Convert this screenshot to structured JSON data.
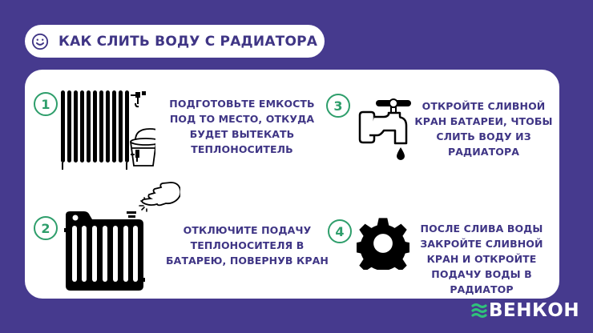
{
  "header": {
    "icon": "smile-icon",
    "title": "КАК СЛИТЬ ВОДУ С РАДИАТОРА"
  },
  "steps": [
    {
      "number": "1",
      "icon": "radiator-with-bucket-icon",
      "text": "ПОДГОТОВЬТЕ ЕМКОСТЬ ПОД ТО МЕСТО, ОТКУДА БУДЕТ ВЫТЕКАТЬ ТЕПЛОНОСИТЕЛЬ",
      "lines": [
        "ПОДГОТОВЬТЕ ЕМКОСТЬ",
        "ПОД ТО МЕСТО, ОТКУДА",
        "БУДЕТ ВЫТЕКАТЬ",
        "ТЕПЛОНОСИТЕЛЬ"
      ]
    },
    {
      "number": "2",
      "icon": "radiator-valve-hand-icon",
      "text": "ОТКЛЮЧИТЕ ПОДАЧУ ТЕПЛОНОСИТЕЛЯ В БАТАРЕЮ, ПОВЕРНУВ КРАН",
      "lines": [
        "ОТКЛЮЧИТЕ ПОДАЧУ",
        "ТЕПЛОНОСИТЕЛЯ В",
        "БАТАРЕЮ, ПОВЕРНУВ КРАН"
      ]
    },
    {
      "number": "3",
      "icon": "water-tap-icon",
      "text": "ОТКРОЙТЕ СЛИВНОЙ КРАН БАТАРЕИ, ЧТОБЫ СЛИТЬ ВОДУ ИЗ РАДИАТОРА",
      "lines": [
        "ОТКРОЙТЕ СЛИВНОЙ",
        "КРАН БАТАРЕИ, ЧТОБЫ",
        "СЛИТЬ ВОДУ ИЗ",
        "РАДИАТОРА"
      ]
    },
    {
      "number": "4",
      "icon": "gear-icon",
      "text": "ПОСЛЕ СЛИВА ВОДЫ ЗАКРОЙТЕ СЛИВНОЙ КРАН И ОТКРОЙТЕ ПОДАЧУ ВОДЫ В РАДИАТОР",
      "lines": [
        "ПОСЛЕ СЛИВА ВОДЫ",
        "ЗАКРОЙТЕ СЛИВНОЙ",
        "КРАН И ОТКРОЙТЕ",
        "ПОДАЧУ ВОДЫ В",
        "РАДИАТОР"
      ]
    }
  ],
  "brand": {
    "icon": "waves-logo-icon",
    "name": "ВЕНКОН"
  },
  "colors": {
    "background": "#463A8E",
    "text_purple": "#3F3585",
    "accent_green": "#2E9E6B",
    "card": "#FFFFFF"
  }
}
